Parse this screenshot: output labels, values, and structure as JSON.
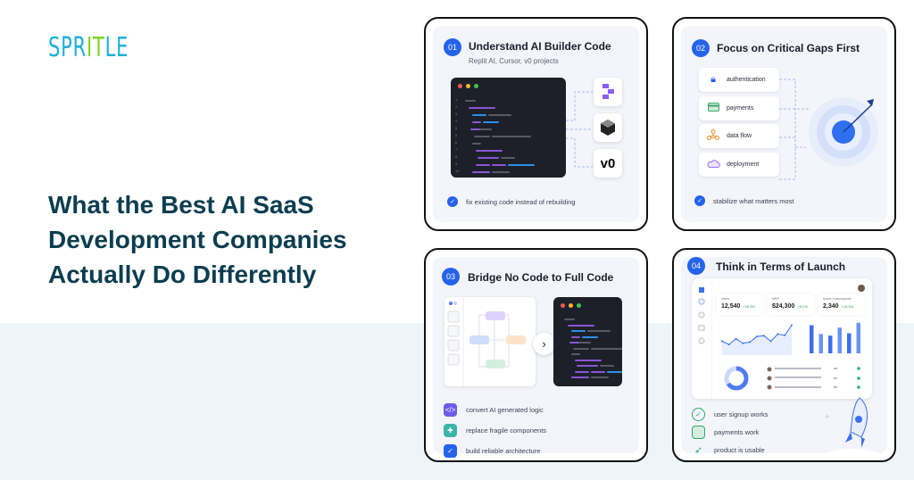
{
  "brand": {
    "logo_a": "SPR",
    "logo_b": "IT",
    "logo_c": "LE"
  },
  "headline": [
    "What the Best AI SaaS",
    "Development Companies",
    "Actually Do Differently"
  ],
  "colors": {
    "accent": "#2563eb",
    "headline": "#0b3d4f",
    "logo_blue": "#1bb0dc",
    "logo_green": "#7ed321"
  },
  "cards": [
    {
      "number": "01",
      "title": "Understand AI Builder Code",
      "subtitle": "Replit AI, Cursor, v0 projects",
      "line_numbers": [
        "1",
        "2",
        "3",
        "4",
        "5",
        "5",
        "6",
        "7",
        "8",
        "9",
        "10"
      ],
      "tools": [
        "replit-icon",
        "cursor-icon",
        "v0"
      ],
      "tool_label": "v0",
      "footer": "fix existing code instead of rebuilding"
    },
    {
      "number": "02",
      "title": "Focus on Critical Gaps First",
      "items": [
        {
          "label": "authentication",
          "icon": "lock-icon"
        },
        {
          "label": "payments",
          "icon": "card-icon"
        },
        {
          "label": "data flow",
          "icon": "flow-icon"
        },
        {
          "label": "deployment",
          "icon": "cloud-icon"
        }
      ],
      "footer": "stabilize what matters most"
    },
    {
      "number": "03",
      "title": "Bridge No Code to Full Code",
      "features": [
        {
          "label": "convert AI generated logic",
          "icon": "code-icon",
          "color": "#6d5ce8"
        },
        {
          "label": "replace fragile components",
          "icon": "puzzle-icon",
          "color": "#3bb5a8"
        },
        {
          "label": "build reliable architecture",
          "icon": "shield-icon",
          "color": "#2563eb"
        }
      ]
    },
    {
      "number": "04",
      "title": "Think in Terms of Launch",
      "stats": [
        {
          "label": "Users",
          "value": "12,540",
          "delta": "+18.5%"
        },
        {
          "label": "MRR",
          "value": "$24,300",
          "delta": "+8.2%"
        },
        {
          "label": "Active Subscriptions",
          "value": "2,340",
          "delta": "+15.3%"
        }
      ],
      "line_values": [
        30,
        22,
        36,
        25,
        28,
        42,
        44,
        30,
        48,
        45,
        70
      ],
      "bar_values": [
        70,
        48,
        44,
        64,
        50,
        76
      ],
      "features": [
        {
          "label": "user signup works",
          "icon": "check-circle-icon"
        },
        {
          "label": "payments work",
          "icon": "card-icon"
        },
        {
          "label": "product is usable",
          "icon": "rocket-icon"
        }
      ]
    }
  ]
}
